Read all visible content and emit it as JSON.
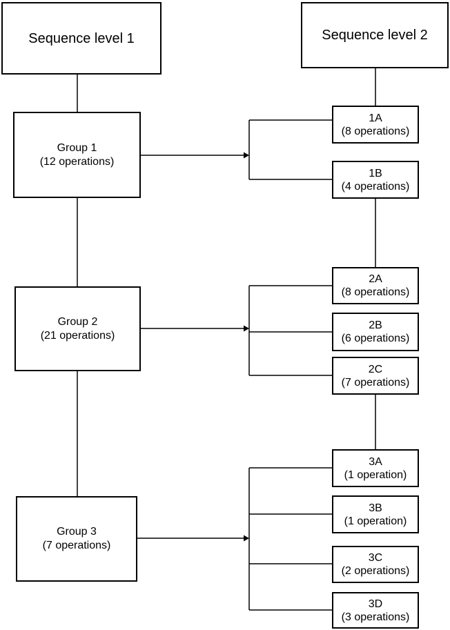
{
  "headers": [
    {
      "label": "Sequence level 1"
    },
    {
      "label": "Sequence level 2"
    }
  ],
  "groups": [
    {
      "name": "Group 1",
      "count": "(12 operations)",
      "children": [
        {
          "name": "1A",
          "count": "(8 operations)"
        },
        {
          "name": "1B",
          "count": "(4 operations)"
        }
      ]
    },
    {
      "name": "Group 2",
      "count": "(21 operations)",
      "children": [
        {
          "name": "2A",
          "count": "(8 operations)"
        },
        {
          "name": "2B",
          "count": "(6 operations)"
        },
        {
          "name": "2C",
          "count": "(7 operations)"
        }
      ]
    },
    {
      "name": "Group 3",
      "count": "(7 operations)",
      "children": [
        {
          "name": "3A",
          "count": "(1 operation)"
        },
        {
          "name": "3B",
          "count": "(1 operation)"
        },
        {
          "name": "3C",
          "count": "(2 operations)"
        },
        {
          "name": "3D",
          "count": "(3 operations)"
        }
      ]
    }
  ],
  "colors": {
    "line": "#000000",
    "text": "#000000",
    "box_fill": "#ffffff",
    "background": "#ffffff"
  }
}
